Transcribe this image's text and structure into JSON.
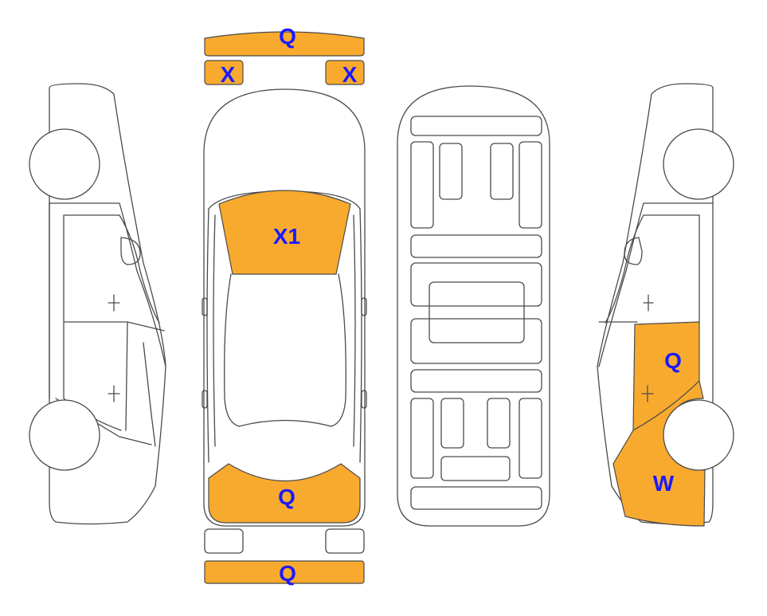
{
  "colors": {
    "damage_fill": "#f8aa2f",
    "label_text": "#1a1aff",
    "outline": "#4a4a4a"
  },
  "damage_labels": {
    "front_bumper": "Q",
    "front_left_lamp": "X",
    "front_right_lamp": "X",
    "windshield": "X1",
    "rear_window": "Q",
    "rear_bumper": "Q",
    "right_rear_door": "Q",
    "right_rear_quarter": "W"
  },
  "damaged_parts": [
    "front_bumper",
    "front_left_lamp",
    "front_right_lamp",
    "windshield",
    "rear_window",
    "rear_bumper",
    "right_rear_door",
    "right_rear_quarter"
  ],
  "undamaged_parts": [
    "rear_left_lamp",
    "rear_right_lamp",
    "left_side",
    "roof",
    "underbody",
    "right_front_door",
    "right_front_fender"
  ]
}
